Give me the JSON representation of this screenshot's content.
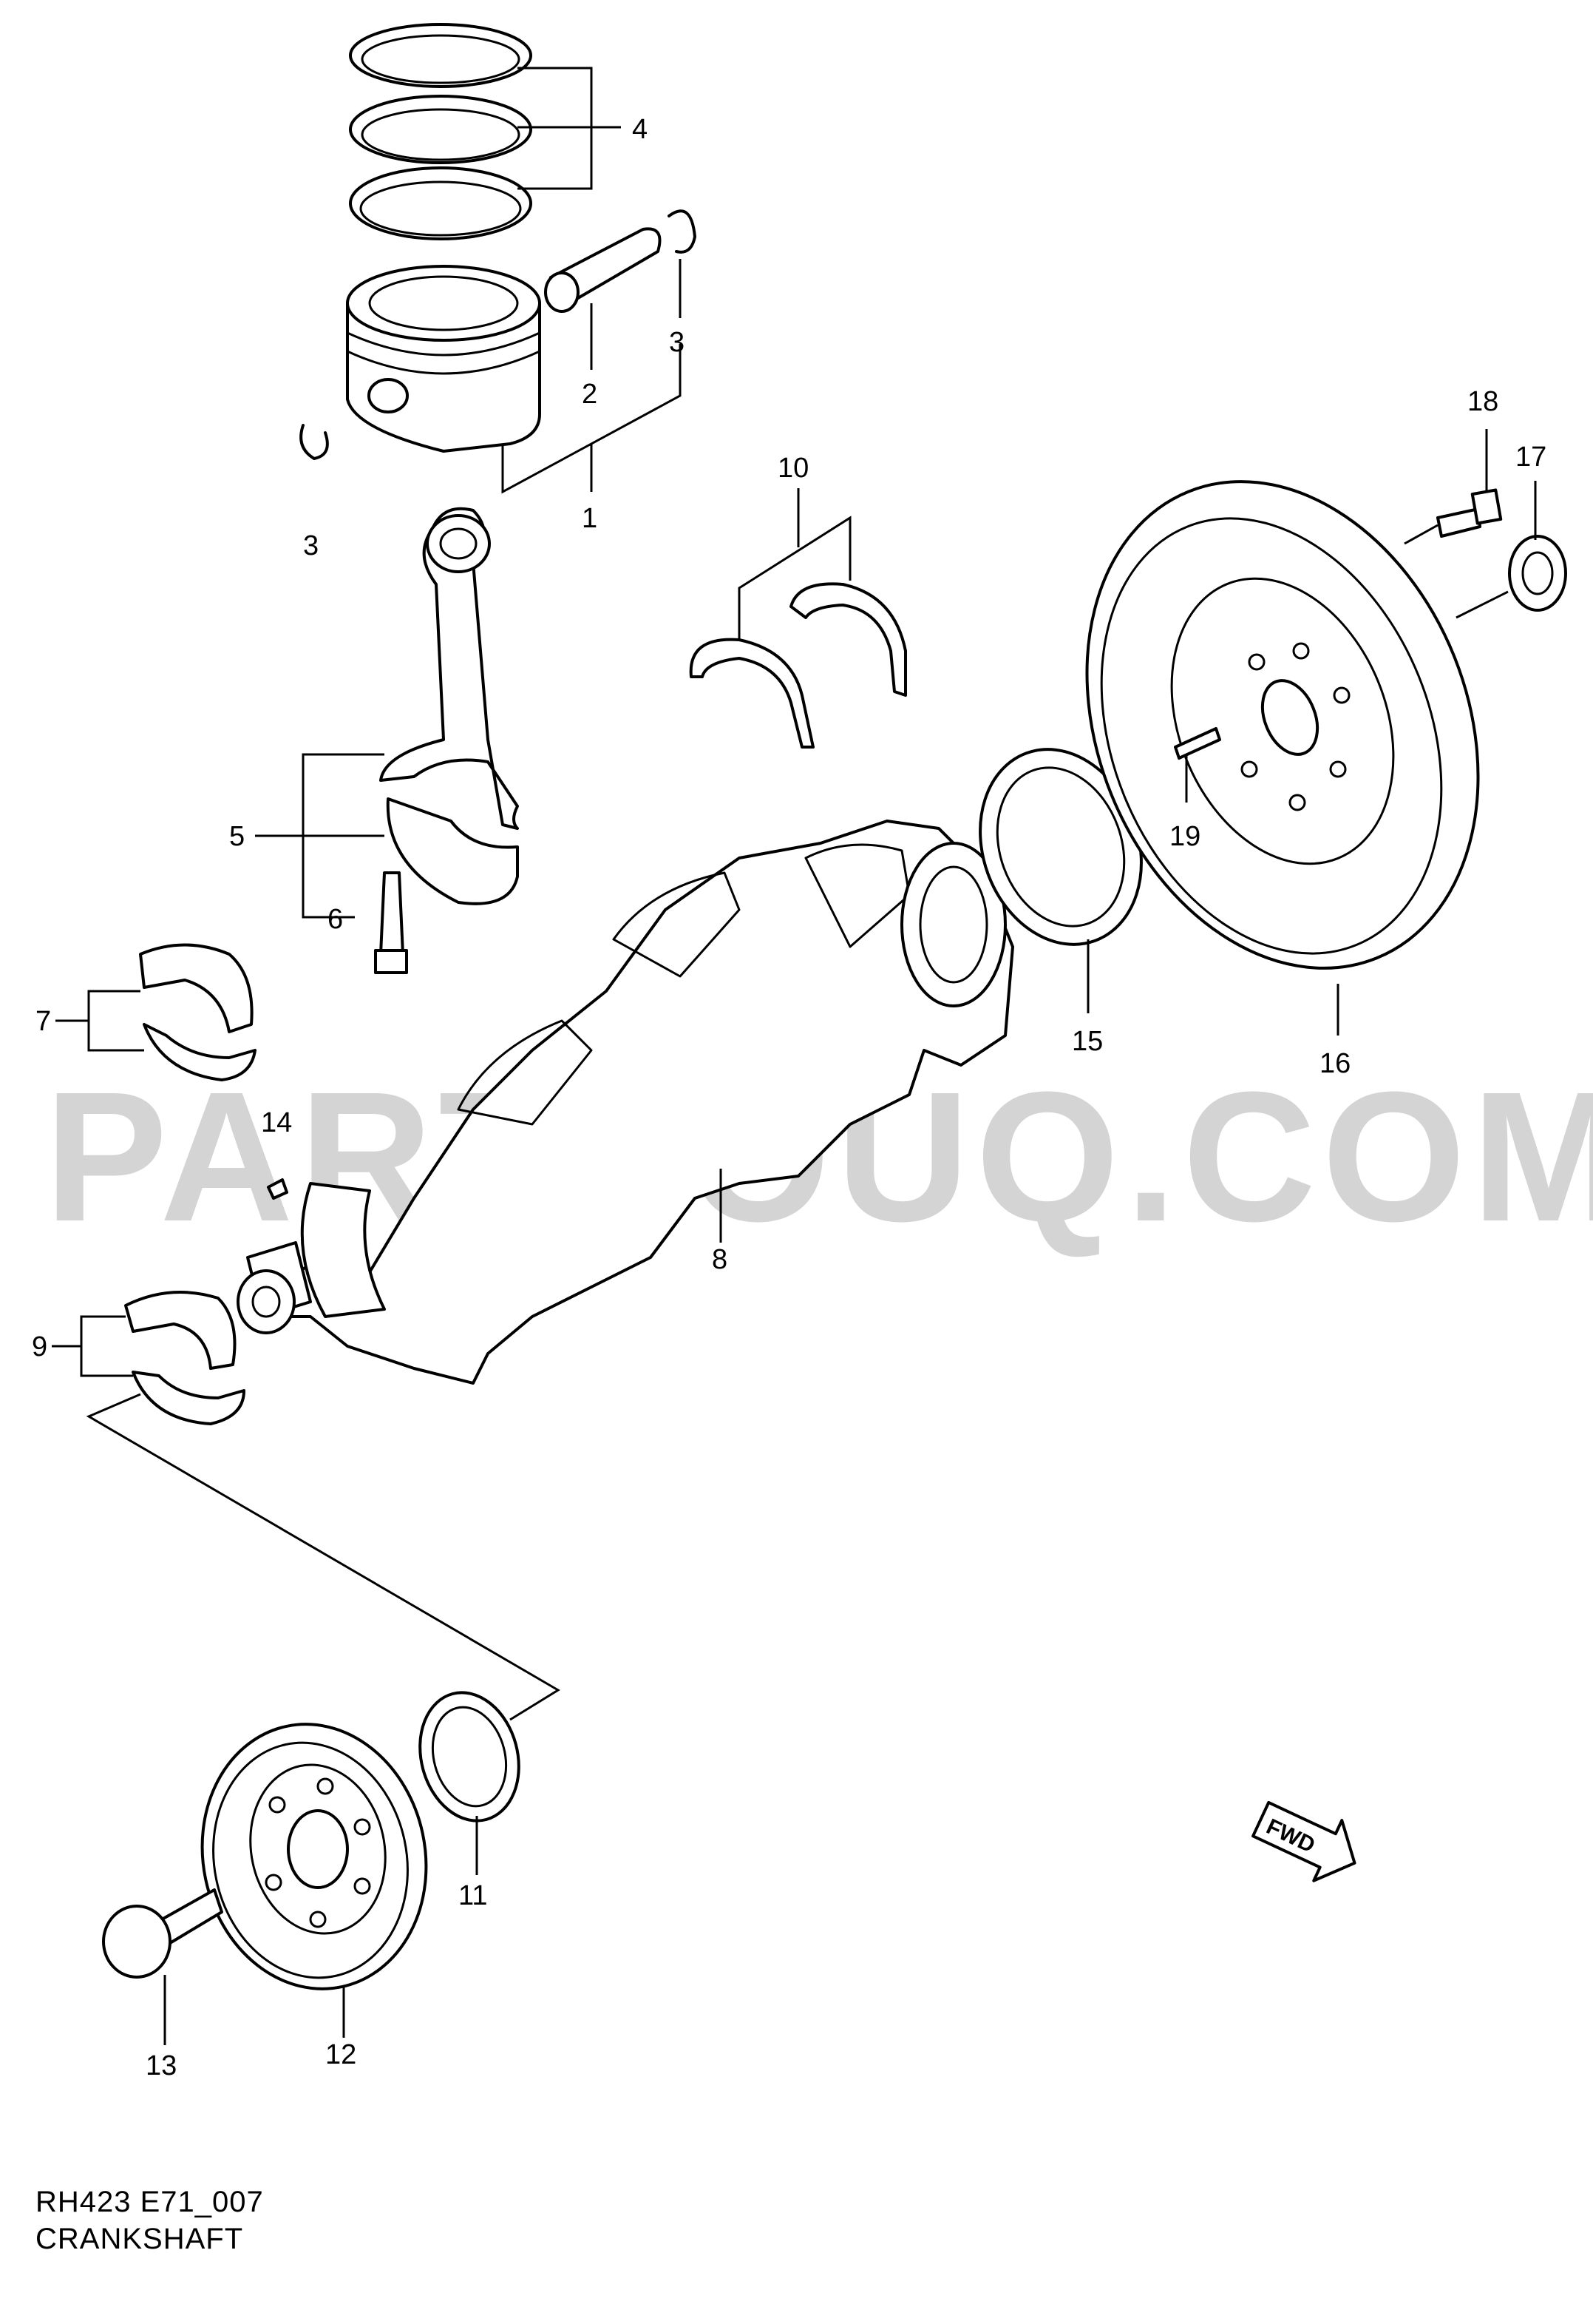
{
  "watermark": "PARTSOUQ.COM",
  "fwd_label": "FWD",
  "diagram_code": "RH423 E71_007",
  "diagram_title": "CRANKSHAFT",
  "callouts": {
    "c1": "1",
    "c2": "2",
    "c3a": "3",
    "c3b": "3",
    "c4": "4",
    "c5": "5",
    "c6": "6",
    "c7": "7",
    "c8": "8",
    "c9": "9",
    "c10": "10",
    "c11": "11",
    "c12": "12",
    "c13": "13",
    "c14": "14",
    "c15": "15",
    "c16": "16",
    "c17": "17",
    "c18": "18",
    "c19": "19"
  }
}
